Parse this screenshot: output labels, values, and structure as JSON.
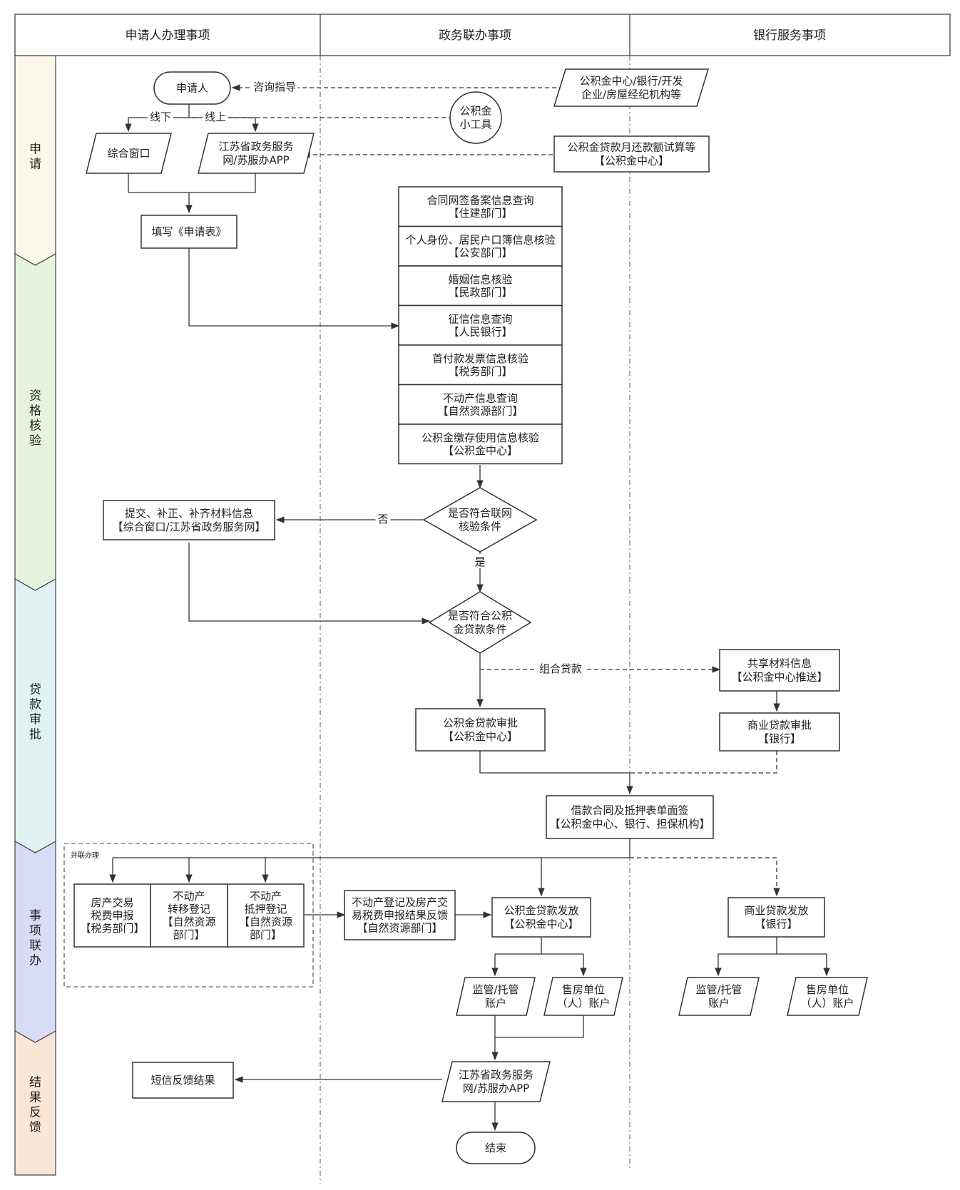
{
  "header": {
    "col_applicant": "申请人办理事项",
    "col_gov": "政务联办事项",
    "col_bank": "银行服务事项"
  },
  "stages": {
    "apply": "申请",
    "qualify": "资格核验",
    "loan": "贷款审批",
    "joint": "事项联办",
    "result": "结果反馈"
  },
  "stage_colors": {
    "apply": "#fbf7ea",
    "qualify": "#e7f4dd",
    "loan": "#dff3f3",
    "joint": "#d9dcf6",
    "result": "#fbe6d6"
  },
  "nodes": {
    "applicant": "申请人",
    "guidance_source": [
      "公积金中心/银行/开发",
      "企业/房屋经纪机构等"
    ],
    "tool": [
      "公积金",
      "小工具"
    ],
    "window": "综合窗口",
    "online_portal": [
      "江苏省政务服务",
      "网/苏服办APP"
    ],
    "calc": [
      "公积金贷款月还款额试算等",
      "【公积金中心】"
    ],
    "form": "填写《申请表》",
    "checks": [
      [
        "合同网签备案信息查询",
        "【住建部门】"
      ],
      [
        "个人身份、居民户口簿信息核验",
        "【公安部门】"
      ],
      [
        "婚姻信息核验",
        "【民政部门】"
      ],
      [
        "征信信息查询",
        "【人民银行】"
      ],
      [
        "首付款发票信息核验",
        "【税务部门】"
      ],
      [
        "不动产信息查询",
        "【自然资源部门】"
      ],
      [
        "公积金缴存使用信息核验",
        "【公积金中心】"
      ]
    ],
    "decision1": [
      "是否符合联网",
      "核验条件"
    ],
    "supplement": [
      "提交、补正、补齐材料信息",
      "【综合窗口/江苏省政务服务网】"
    ],
    "decision2": [
      "是否符合公积",
      "金贷款条件"
    ],
    "share": [
      "共享材料信息",
      "【公积金中心推送】"
    ],
    "fund_approval": [
      "公积金贷款审批",
      "【公积金中心】"
    ],
    "bank_approval": [
      "商业贷款审批",
      "【银行】"
    ],
    "contract": [
      "借款合同及抵押表单面签",
      "【公积金中心、银行、担保机构】"
    ],
    "parallel_label": "并联办理",
    "tax": [
      "房产交易",
      "税费申报",
      "【税务部门】"
    ],
    "transfer": [
      "不动产",
      "转移登记",
      "【自然资源",
      "部门】"
    ],
    "mortgage": [
      "不动产",
      "抵押登记",
      "【自然资源",
      "部门】"
    ],
    "feedback": [
      "不动产登记及房产交",
      "易税费申报结果反馈",
      "【自然资源部门】"
    ],
    "fund_release": [
      "公积金贷款发放",
      "【公积金中心】"
    ],
    "bank_release": [
      "商业贷款发放",
      "【银行】"
    ],
    "supervise1": [
      "监管/托管",
      "账户"
    ],
    "seller1": [
      "售房单位",
      "（人）账户"
    ],
    "supervise2": [
      "监管/托管",
      "账户"
    ],
    "seller2": [
      "售房单位",
      "（人）账户"
    ],
    "portal_final": [
      "江苏省政务服务",
      "网/苏服办APP"
    ],
    "sms": "短信反馈结果",
    "end": "结束"
  },
  "edges": {
    "consult": "咨询指导",
    "offline": "线下",
    "online": "线上",
    "no": "否",
    "yes": "是",
    "combo": "组合贷款"
  }
}
